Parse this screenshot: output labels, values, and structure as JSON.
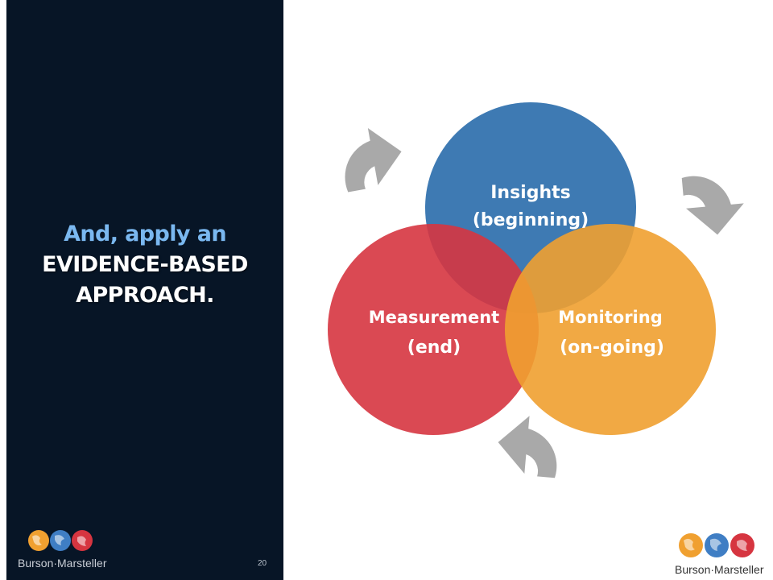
{
  "slide": {
    "headline_line1": "And, apply an",
    "headline_line2": "EVIDENCE-BASED",
    "headline_line3": "APPROACH.",
    "page_number": "20"
  },
  "diagram": {
    "circles": [
      {
        "line1": "Insights",
        "line2": "(beginning)",
        "color": "#2e6fad"
      },
      {
        "line1": "Measurement",
        "line2": "(end)",
        "color": "#d63540"
      },
      {
        "line1": "Monitoring",
        "line2": "(on-going)",
        "color": "#f0a030"
      }
    ],
    "arrow_color": "#a9a9a9"
  },
  "brand": {
    "logo_text": "Burson·Marsteller",
    "colors": [
      "#f0a030",
      "#3f7ec4",
      "#d63540"
    ]
  }
}
